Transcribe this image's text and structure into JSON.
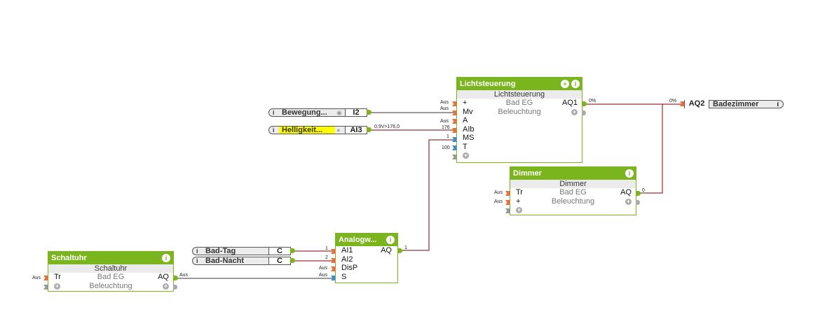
{
  "blocks": {
    "lichtsteuerung": {
      "title": "Lichtsteuerung",
      "subtitle": "Lichtsteuerung",
      "room": "Bad EG",
      "category": "Beleuchtung",
      "inputs": [
        "+",
        "Mv",
        "A",
        "AIb",
        "MS",
        "T"
      ],
      "output": "AQ1",
      "input_values": [
        "Aus",
        "Aus",
        "Aus",
        "176",
        "1",
        "100"
      ],
      "output_value": "0%"
    },
    "dimmer": {
      "title": "Dimmer",
      "subtitle": "Dimmer",
      "room": "Bad EG",
      "category": "Beleuchtung",
      "inputs": [
        "Tr",
        "+"
      ],
      "output": "AQ",
      "input_values": [
        "Aus",
        "Aus"
      ],
      "output_value": "0"
    },
    "analogwert": {
      "title": "Analogw...",
      "inputs": [
        "AI1",
        "AI2",
        "DisP",
        "S"
      ],
      "output": "AQ",
      "input_values": [
        "1",
        "2",
        "Aus",
        "Aus"
      ],
      "output_value": "1"
    },
    "schaltuhr": {
      "title": "Schaltuhr",
      "subtitle": "Schaltuhr",
      "room": "Bad EG",
      "category": "Beleuchtung",
      "inputs": [
        "Tr"
      ],
      "output": "AQ",
      "input_values": [
        "Aus"
      ],
      "output_value": "Aus"
    }
  },
  "io": {
    "bewegung": {
      "name": "Bewegung...",
      "tag": "I2"
    },
    "helligkeit": {
      "name": "Helligkeit...",
      "tag": "AI3",
      "value": "0,9V>176,0"
    },
    "bad_tag": {
      "name": "Bad-Tag",
      "tag": "C"
    },
    "bad_nacht": {
      "name": "Bad-Nacht",
      "tag": "C"
    },
    "aq2": {
      "tag": "AQ2",
      "name": "Badezimmer",
      "value": "0%"
    }
  },
  "icons": {
    "info": "i",
    "move": "+"
  },
  "colors": {
    "block": "#7ab51d",
    "wire_analog": "#7a0000",
    "wire_digital": "#333333",
    "highlight": "#ffff00"
  }
}
